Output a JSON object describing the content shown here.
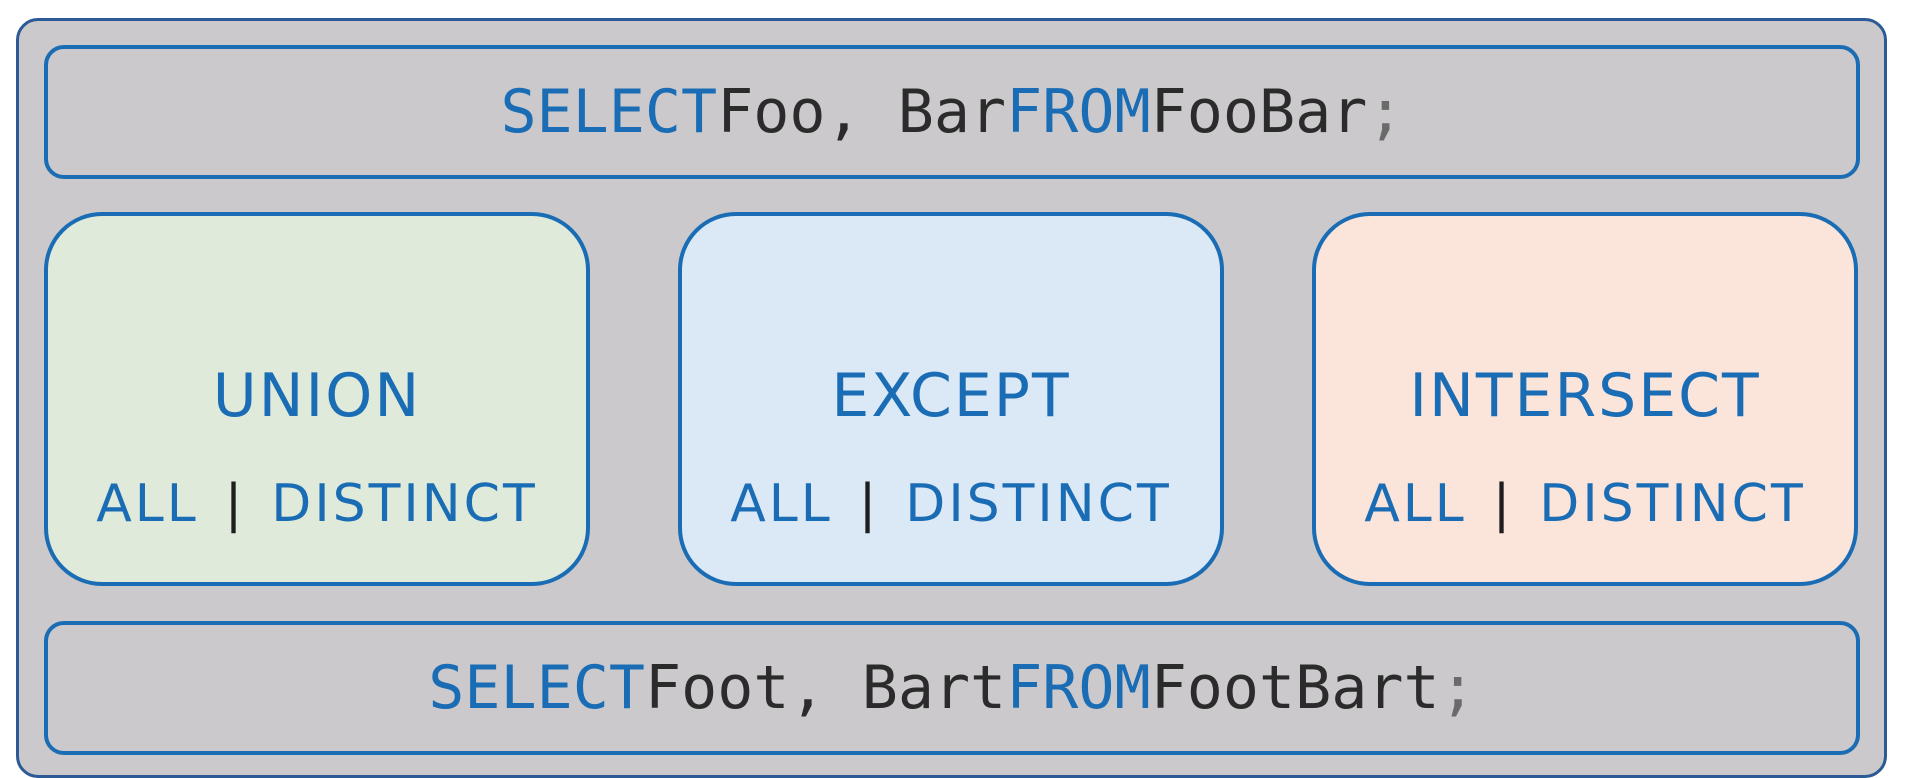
{
  "top_query": {
    "kw_select": "SELECT",
    "columns": "Foo, Bar",
    "kw_from": "FROM",
    "table": "FooBar",
    "terminator": ";"
  },
  "operators": [
    {
      "name": "UNION",
      "modifier_all": "ALL",
      "separator": "|",
      "modifier_distinct": "DISTINCT",
      "fill": "#dfeada"
    },
    {
      "name": "EXCEPT",
      "modifier_all": "ALL",
      "separator": "|",
      "modifier_distinct": "DISTINCT",
      "fill": "#dbe8f6"
    },
    {
      "name": "INTERSECT",
      "modifier_all": "ALL",
      "separator": "|",
      "modifier_distinct": "DISTINCT",
      "fill": "#fbe4da"
    }
  ],
  "bottom_query": {
    "kw_select": "SELECT",
    "columns": "Foot, Bart",
    "kw_from": "FROM",
    "table": "FootBart",
    "terminator": ";"
  },
  "colors": {
    "keyword": "#1a6db4",
    "frame_background": "#cbc9cb",
    "frame_border": "#2b5a94"
  }
}
